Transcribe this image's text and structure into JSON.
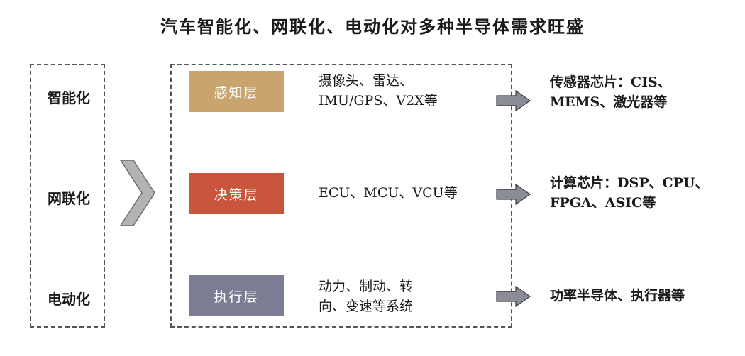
{
  "title": "汽车智能化、网联化、电动化对多种半导体需求旺盛",
  "trends": [
    "智能化",
    "网联化",
    "电动化"
  ],
  "layers": [
    {
      "name": "感知层",
      "color": "#c9a46e",
      "desc": [
        "摄像头、雷达、",
        "IMU/GPS、V2X等"
      ],
      "result": [
        "传感器芯片：CIS、",
        "MEMS、激光器等"
      ]
    },
    {
      "name": "决策层",
      "color": "#c9563c",
      "desc": [
        "ECU、MCU、VCU等"
      ],
      "result": [
        "计算芯片：DSP、CPU、",
        "FPGA、ASIC等"
      ]
    },
    {
      "name": "执行层",
      "color": "#7c7d95",
      "desc": [
        "动力、制动、转",
        "向、变速等系统"
      ],
      "result": [
        "功率半导体、执行器等"
      ]
    }
  ],
  "colors": {
    "arrow": "#8a8d98",
    "chevron": "#b3b3b3",
    "border": "#555555"
  }
}
